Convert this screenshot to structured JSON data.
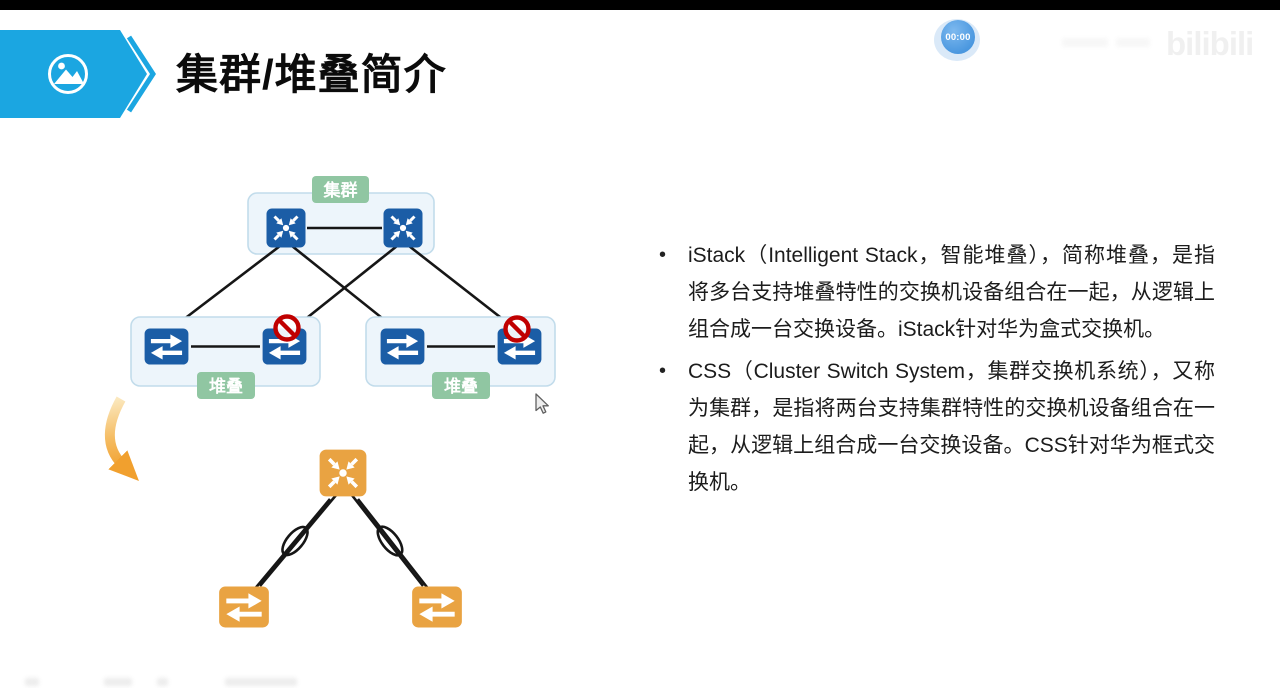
{
  "slide": {
    "title": "集群/堆叠简介",
    "bullet_marker": "•",
    "bullets": [
      "iStack（Intelligent Stack，智能堆叠），简称堆叠，是指将多台支持堆叠特性的交换机设备组合在一起，从逻辑上组合成一台交换设备。iStack针对华为盒式交换机。",
      "CSS（Cluster Switch System，集群交换机系统），又称为集群，是指将两台支持集群特性的交换机设备组合在一起，从逻辑上组合成一台交换设备。CSS针对华为框式交换机。"
    ],
    "diagram": {
      "cluster_label": "集群",
      "left_stack_label": "堆叠",
      "right_stack_label": "堆叠",
      "icons": {
        "banner": "picture-icon",
        "top_devices": "router-icon",
        "stack_devices": "switch-icon",
        "blocked_link": "no-entry-icon",
        "link_bundle": "aggregation-ring-icon",
        "transform": "curved-arrow-icon",
        "pointer": "mouse-cursor-icon"
      }
    }
  },
  "video_overlay": {
    "time_badge": "00:00",
    "site_watermark": "bilibili"
  },
  "colors": {
    "banner_blue": "#1BA6E1",
    "device_blue": "#1B5DA6",
    "device_orange": "#E9A342",
    "label_green": "#90C6A2",
    "block_red": "#C00000",
    "group_fill": "#EDF5FB",
    "group_border": "#C2DCEB",
    "line_dark": "#161616",
    "arrow_light": "#FBE9C0",
    "arrow_mid": "#F5BC62",
    "arrow_deep": "#F1A02E",
    "badge_blue": "#5AA7E6"
  }
}
